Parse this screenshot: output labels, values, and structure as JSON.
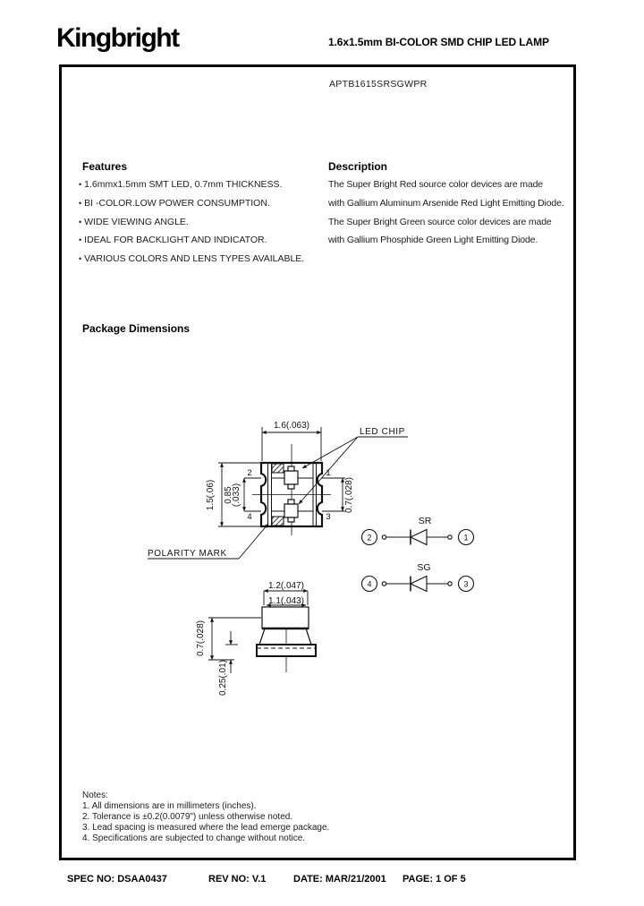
{
  "header": {
    "logo": "Kingbright",
    "title": "1.6x1.5mm BI-COLOR SMD CHIP LED LAMP"
  },
  "part_number": "APTB1615SRSGWPR",
  "features": {
    "heading": "Features",
    "items": [
      "1.6mmx1.5mm SMT LED, 0.7mm THICKNESS.",
      "BI -COLOR.LOW POWER CONSUMPTION.",
      "WIDE VIEWING ANGLE.",
      "IDEAL FOR BACKLIGHT AND INDICATOR.",
      "VARIOUS COLORS AND LENS TYPES AVAILABLE."
    ]
  },
  "description": {
    "heading": "Description",
    "lines": [
      "The Super Bright Red source color devices are made",
      "with Gallium Aluminum Arsenide Red Light Emitting Diode.",
      "The Super Bright Green source color devices are made",
      "with Gallium Phosphide Green Light Emitting Diode."
    ]
  },
  "package_dimensions": {
    "heading": "Package Dimensions",
    "labels": {
      "led_chip": "LED CHIP",
      "polarity_mark": "POLARITY MARK",
      "top_width": "1.6(.063)",
      "top_height": "1.5(.06)",
      "pad_spacing_mm": "0.85",
      "pad_spacing_in": "(.033)",
      "pad_width": "0.7(.028)",
      "side_outer": "1.2(.047)",
      "side_inner": "1.1(.043)",
      "side_height": "0.7(.028)",
      "standoff": "0.25(.01)",
      "pin1": "1",
      "pin2": "2",
      "pin3": "3",
      "pin4": "4"
    },
    "circuit": {
      "sr": {
        "label": "SR",
        "left_pin": "2",
        "right_pin": "1"
      },
      "sg": {
        "label": "SG",
        "left_pin": "4",
        "right_pin": "3"
      }
    }
  },
  "notes": {
    "heading": "Notes:",
    "items": [
      "1. All dimensions are in millimeters (inches).",
      "2. Tolerance is ±0.2(0.0079\") unless otherwise noted.",
      "3. Lead spacing is measured where the lead emerge package.",
      "4. Specifications are subjected to change without notice."
    ]
  },
  "footer": {
    "spec_no": "SPEC NO: DSAA0437",
    "rev_no": "REV NO: V.1",
    "date": "DATE: MAR/21/2001",
    "page": "PAGE: 1 OF 5"
  }
}
